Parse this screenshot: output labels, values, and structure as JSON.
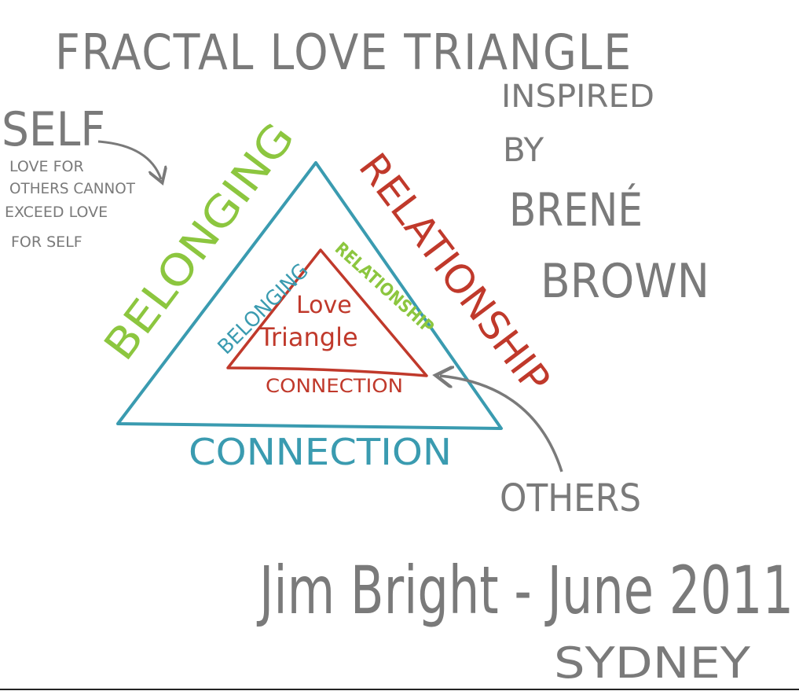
{
  "title": "FRACTAL LOVE TRIANGLE",
  "inspired": {
    "line1": "INSPIRED",
    "line2": "BY",
    "line3": "BRENÉ",
    "line4": "BROWN"
  },
  "self_note": {
    "label": "SELF",
    "line1": "LOVE FOR",
    "line2": "OTHERS CANNOT",
    "line3": "EXCEED LOVE",
    "line4": "FOR SELF"
  },
  "outer_triangle": {
    "left_label": "BELONGING",
    "right_label": "RELATIONSHIP",
    "bottom_label": "CONNECTION"
  },
  "inner_triangle": {
    "left_label": "BELONGING",
    "right_label": "RELATIONSHIP",
    "bottom_label": "CONNECTION",
    "center_line1": "Love",
    "center_line2": "Triangle"
  },
  "others_label": "OTHERS",
  "signature": {
    "line1": "Jim Bright - June 2011",
    "line2": "SYDNEY"
  },
  "colors": {
    "gray": "#7a7a7a",
    "blue": "#3a9bb0",
    "green": "#8cc63f",
    "red": "#c0392b"
  }
}
